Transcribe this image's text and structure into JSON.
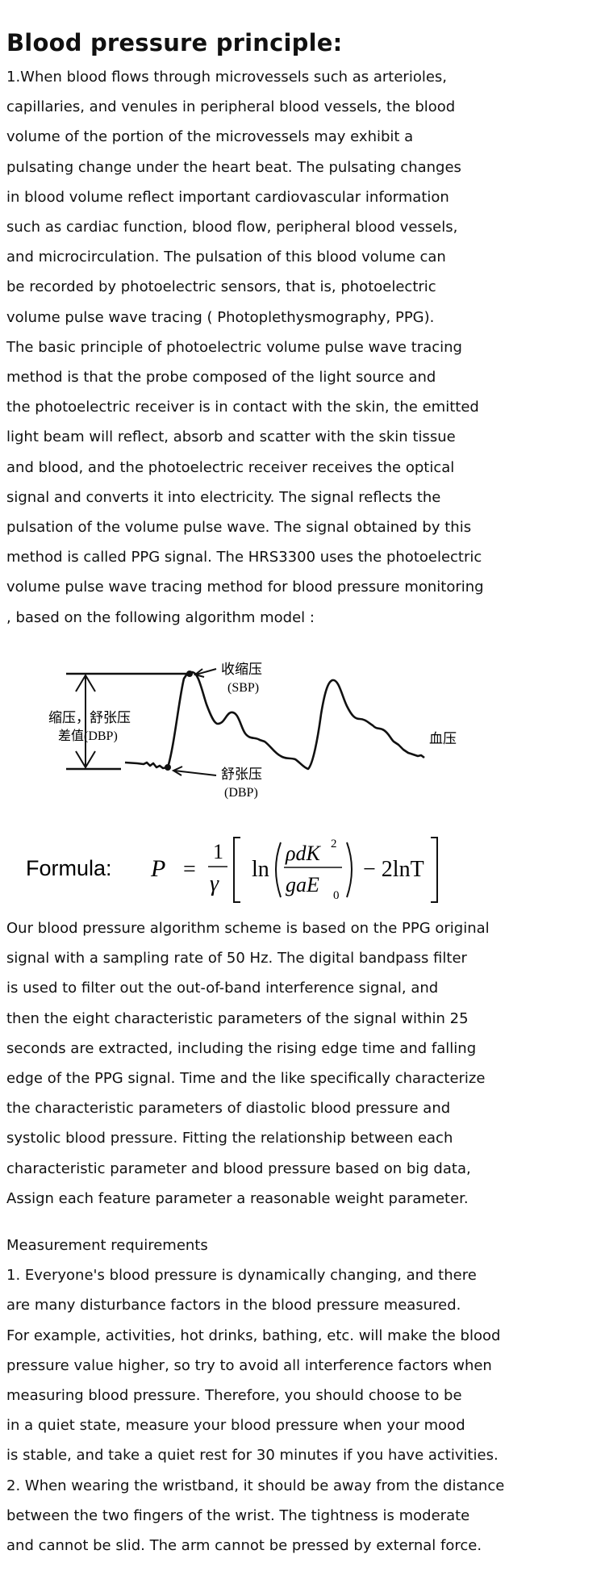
{
  "document": {
    "heading": "Blood pressure principle:",
    "intro_lines": [
      "1.When blood flows through microvessels such as arterioles,",
      "capillaries, and venules in peripheral blood vessels, the blood",
      "volume of the portion of the microvessels may exhibit a",
      "pulsating change under the heart beat. The pulsating changes",
      "in blood volume reflect important cardiovascular information",
      "such as cardiac function, blood flow, peripheral blood vessels,",
      "and microcirculation. The pulsation of this blood volume can",
      "be recorded by photoelectric sensors, that is, photoelectric",
      "volume pulse wave tracing ( Photoplethysmography, PPG).",
      "The basic principle of photoelectric volume pulse wave tracing",
      "method is that the probe composed of the light source and",
      "the photoelectric receiver is in contact with the skin, the emitted",
      "light beam will reflect, absorb and scatter with the skin tissue",
      "and blood, and the photoelectric receiver receives the optical",
      "signal and converts it into electricity. The signal reflects the",
      "pulsation of the volume pulse wave. The signal obtained by this",
      "method is called PPG signal. The HRS3300 uses the photoelectric",
      "volume pulse wave tracing method for blood pressure monitoring",
      ", based on the following algorithm model :"
    ],
    "figure": {
      "label_sbp_cn": "收缩压",
      "label_sbp_en": "(SBP)",
      "label_diff_cn": "缩压，舒张压",
      "label_diff_en": "差值(DBP)",
      "label_bp_cn": "血压",
      "label_dbp_cn": "舒张压",
      "label_dbp_en": "(DBP)"
    },
    "formula": {
      "label": "Formula:",
      "lhs": "P",
      "equals": "=",
      "numerator": "1",
      "denominator": "γ",
      "ln": "ln",
      "inner_num": "ρdK",
      "inner_num_sup": "2",
      "inner_den": "gaE",
      "inner_den_sub": "0",
      "minus_term": "− 2lnT"
    },
    "algorithm_lines": [
      "Our blood pressure algorithm scheme is based on the PPG original",
      "signal with a sampling rate of 50 Hz. The digital bandpass filter",
      "is used to filter out the out-of-band interference signal, and",
      "then the eight characteristic parameters of the signal within 25",
      "seconds are extracted, including the rising edge time and falling",
      "edge of the PPG signal. Time and the like specifically characterize",
      "the characteristic parameters of diastolic blood pressure and",
      "systolic blood pressure. Fitting the relationship between each",
      "characteristic parameter and blood pressure based on big data,",
      "Assign each feature parameter a reasonable weight parameter."
    ],
    "requirements_lines": [
      "Measurement requirements",
      "1. Everyone's blood pressure is dynamically changing, and there",
      "are many disturbance factors in the blood pressure measured.",
      "For example, activities, hot drinks, bathing, etc. will make the blood",
      "pressure value higher, so try to avoid all interference factors when",
      "measuring blood pressure. Therefore, you should choose to be",
      "in a quiet state, measure your blood pressure when your mood",
      "is stable, and take a quiet rest for 30 minutes if you have activities.",
      "2. When wearing the wristband, it should be away from the distance",
      "between the two fingers of the wrist. The tightness is moderate",
      "and cannot be slid. The arm cannot be pressed by external force."
    ]
  }
}
